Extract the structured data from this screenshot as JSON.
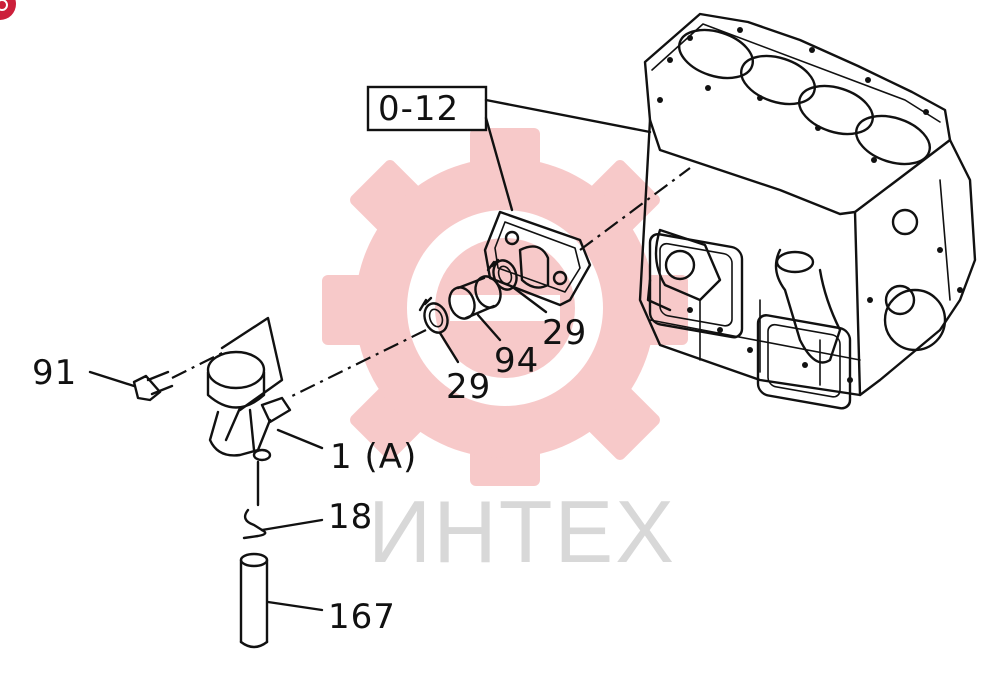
{
  "diagram": {
    "ref_box_label": "0-12",
    "callouts": [
      {
        "id": "91",
        "text": "91"
      },
      {
        "id": "1a",
        "text": "1 (A)"
      },
      {
        "id": "18",
        "text": "18"
      },
      {
        "id": "167",
        "text": "167"
      },
      {
        "id": "29-left",
        "text": "29"
      },
      {
        "id": "94",
        "text": "94"
      },
      {
        "id": "29-right",
        "text": "29"
      }
    ]
  },
  "watermark": {
    "text": "ИНТЕХ",
    "gear_color": "#f4b8b8",
    "text_color": "#d8d8d8"
  },
  "corner_badge": {
    "color": "#cc1f3a",
    "icon": "brand-logo-icon"
  }
}
